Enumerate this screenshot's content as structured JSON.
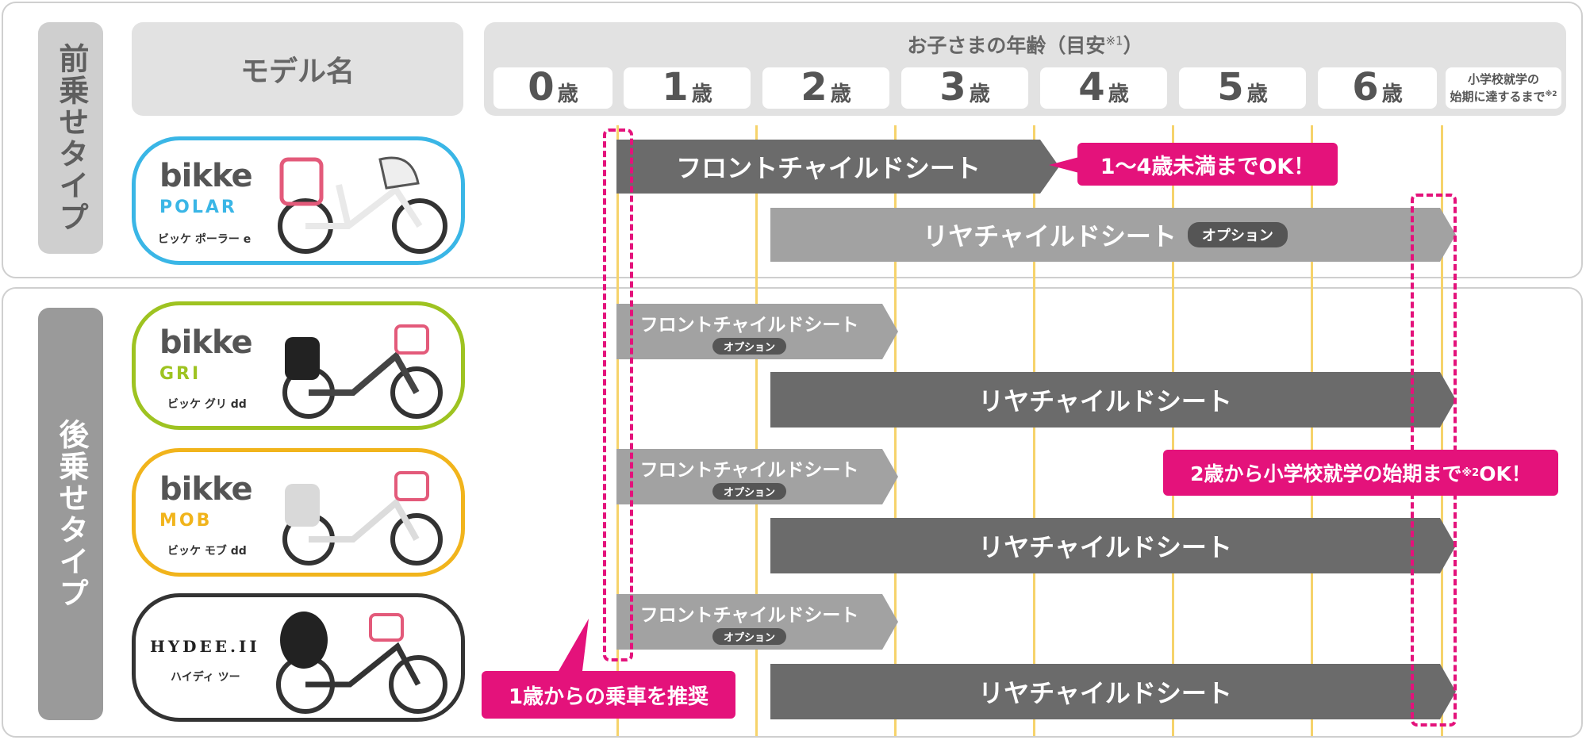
{
  "sections": {
    "front": "前乗せタイプ",
    "rear": "後乗せタイプ"
  },
  "header": {
    "model_label": "モデル名",
    "age_title": "お子さまの年齢（目安",
    "age_note": "※1",
    "age_close": "）",
    "ages": [
      {
        "num": "0",
        "unit": "歳"
      },
      {
        "num": "1",
        "unit": "歳"
      },
      {
        "num": "2",
        "unit": "歳"
      },
      {
        "num": "3",
        "unit": "歳"
      },
      {
        "num": "4",
        "unit": "歳"
      },
      {
        "num": "5",
        "unit": "歳"
      },
      {
        "num": "6",
        "unit": "歳"
      }
    ],
    "age_last_line1": "小学校就学の",
    "age_last_line2": "始期に達するまで",
    "age_last_note": "※2"
  },
  "models": [
    {
      "logo": "bikke",
      "sub": "POLAR",
      "name": "ビッケ ポーラー e",
      "color": "#3ab6e6",
      "sub_color": "#3ab6e6"
    },
    {
      "logo": "bikke",
      "sub": "GRI",
      "name": "ビッケ グリ dd",
      "color": "#9ec321",
      "sub_color": "#9ec321"
    },
    {
      "logo": "bikke",
      "sub": "MOB",
      "name": "ビッケ モブ dd",
      "color": "#f1b41c",
      "sub_color": "#f1b41c"
    },
    {
      "logo": "HYDEE.II",
      "sub": "",
      "name": "ハイディ ツー",
      "color": "#333333",
      "sub_color": "#333333"
    }
  ],
  "bars": {
    "front_seat": "フロントチャイルドシート",
    "rear_seat": "リヤチャイルドシート",
    "option": "オプション"
  },
  "callouts": {
    "front_ok": "1～4歳未満までOK！",
    "rear_ok_pre": "2歳から小学校就学の始期まで",
    "rear_ok_note": "※2",
    "rear_ok_post": "OK！",
    "recommend": "1歳からの乗車を推奨"
  },
  "colors": {
    "accent_pink": "#e4127b",
    "bar_dark": "#6b6b6b",
    "bar_light": "#a2a2a2",
    "age_line": "#f6d36b"
  }
}
